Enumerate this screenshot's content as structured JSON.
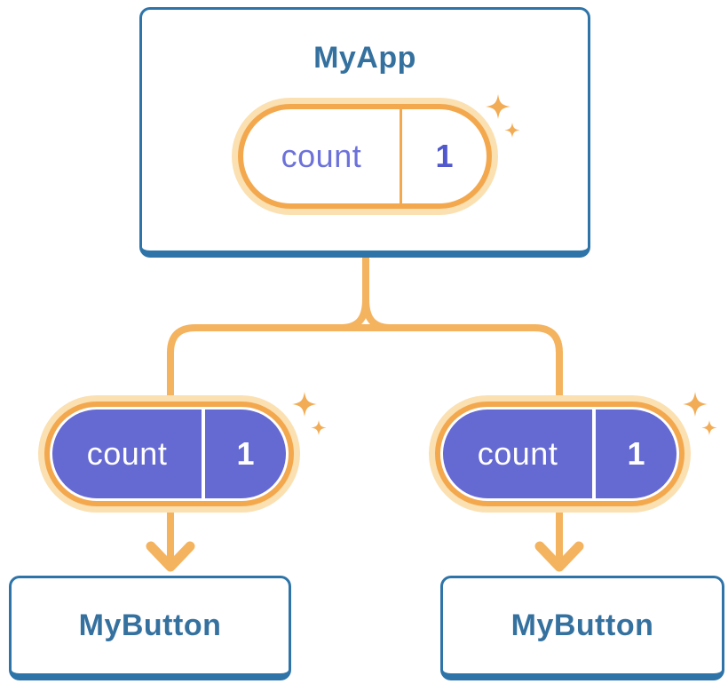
{
  "diagram": {
    "kind": "react-component-state-tree",
    "parent": {
      "name": "MyApp",
      "state_pill": {
        "label": "count",
        "value": "1"
      }
    },
    "children": [
      {
        "name": "MyButton",
        "state_pill": {
          "label": "count",
          "value": "1"
        }
      },
      {
        "name": "MyButton",
        "state_pill": {
          "label": "count",
          "value": "1"
        }
      }
    ]
  },
  "colors": {
    "card_border_blue": "#2E74A8",
    "component_text_blue": "#35719F",
    "connector_orange": "#F4B35E",
    "pill_ring_orange": "#F3A84E",
    "pill_halo_orange": "#FBE0B2",
    "pill_fill_purple": "#6569D2",
    "pill_label_purple": "#6C72DA",
    "pill_value_purple": "#5158CC",
    "sparkle_orange": "#F2AC55"
  }
}
